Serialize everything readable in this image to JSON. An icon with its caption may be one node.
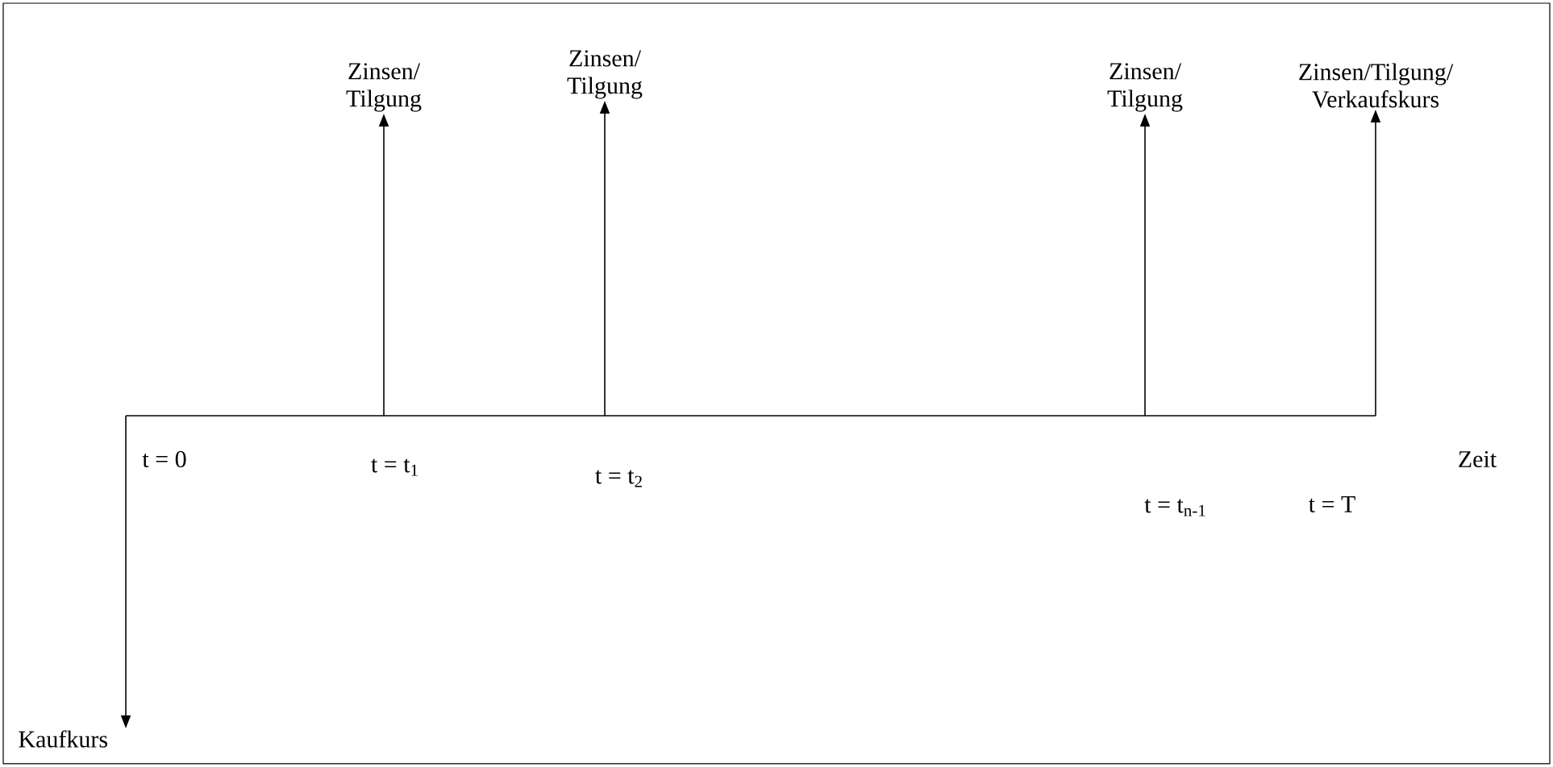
{
  "diagram": {
    "nodes": [
      {
        "text": [
          "Zinsen/ Tilgung"
        ]
      },
      {
        "text": [
          "Zinsen/ Tilgung"
        ]
      },
      {
        "text": [
          "Zinsen/ Tilgung"
        ]
      },
      {
        "text": [
          "Zinsen/Tilgung/ Verkaufskurs"
        ]
      },
      {
        "text": [
          "Kaufkurs"
        ]
      }
    ],
    "edges": [
      {
        "from": null,
        "to": 0,
        "arrow": "to"
      },
      {
        "from": null,
        "to": 1,
        "arrow": "to"
      },
      {
        "from": null,
        "to": 2,
        "arrow": "to"
      },
      {
        "from": null,
        "to": 3,
        "arrow": "to"
      },
      {
        "from": null,
        "to": 4,
        "arrow": "to"
      }
    ],
    "labels": [
      "Zeit",
      "t = 0",
      "t = t$_{1}$",
      "t = t$_{2}$",
      "t = t$_{n-1}$",
      "t = T"
    ]
  }
}
